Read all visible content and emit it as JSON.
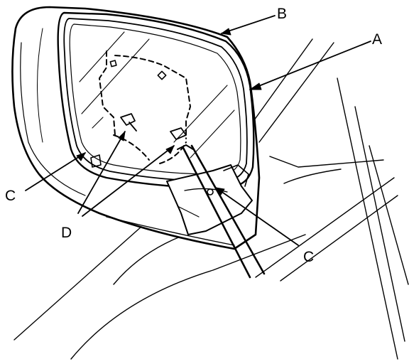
{
  "figure": {
    "labels": {
      "a": "A",
      "b": "B",
      "c_left": "C",
      "c_right": "C",
      "d": "D"
    },
    "colors": {
      "ink": "#000000",
      "paper": "#ffffff"
    }
  }
}
